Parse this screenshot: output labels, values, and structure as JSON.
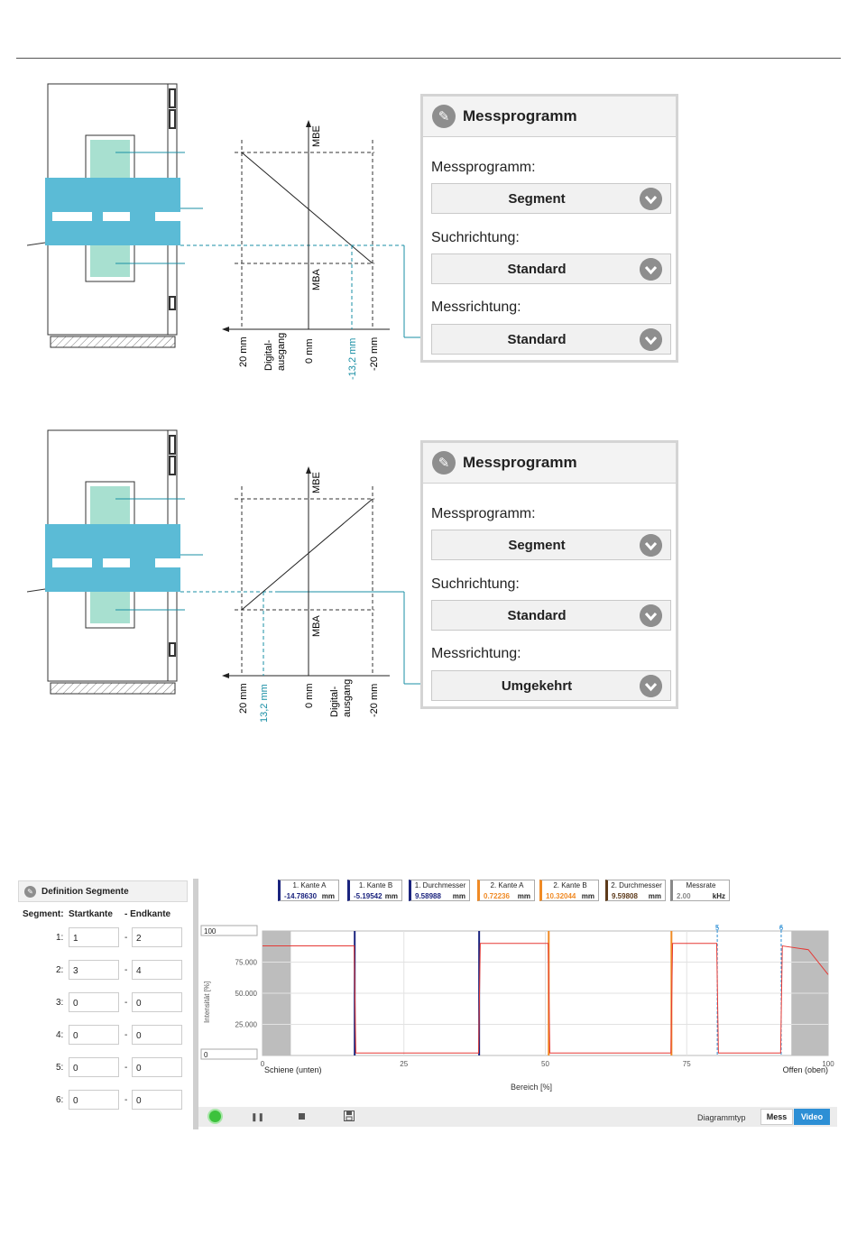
{
  "panels": [
    {
      "title": "Messprogramm",
      "fields": [
        {
          "label": "Messprogramm:",
          "value": "Segment"
        },
        {
          "label": "Suchrichtung:",
          "value": "Standard"
        },
        {
          "label": "Messrichtung:",
          "value": "Standard"
        }
      ]
    },
    {
      "title": "Messprogramm",
      "fields": [
        {
          "label": "Messprogramm:",
          "value": "Segment"
        },
        {
          "label": "Suchrichtung:",
          "value": "Standard"
        },
        {
          "label": "Messrichtung:",
          "value": "Umgekehrt"
        }
      ]
    }
  ],
  "diagram1": {
    "mbe": "MBE",
    "mba": "MBA",
    "ticks": [
      "20 mm",
      "Digital-",
      "ausgang",
      "0 mm",
      "-13,2 mm",
      "-20 mm"
    ]
  },
  "diagram2": {
    "mbe": "MBE",
    "mba": "MBA",
    "ticks": [
      "20 mm",
      "13,2 mm",
      "0 mm",
      "Digital-",
      "ausgang",
      "-20 mm"
    ]
  },
  "segments": {
    "title": "Definition Segmente",
    "col_segment": "Segment:",
    "col_start": "Startkante",
    "col_end": "- Endkante",
    "rows": [
      {
        "n": "1:",
        "start": "1",
        "end": "2"
      },
      {
        "n": "2:",
        "start": "3",
        "end": "4"
      },
      {
        "n": "3:",
        "start": "0",
        "end": "0"
      },
      {
        "n": "4:",
        "start": "0",
        "end": "0"
      },
      {
        "n": "5:",
        "start": "0",
        "end": "0"
      },
      {
        "n": "6:",
        "start": "0",
        "end": "0"
      }
    ]
  },
  "chips": [
    {
      "label": "1. Kante A",
      "value": "-14.78630",
      "unit": "mm",
      "color": "#1a237e"
    },
    {
      "label": "1. Kante B",
      "value": "-5.19542",
      "unit": "mm",
      "color": "#1a237e"
    },
    {
      "label": "1. Durchmesser",
      "value": "9.58988",
      "unit": "mm",
      "color": "#1a237e"
    },
    {
      "label": "2. Kante A",
      "value": "0.72236",
      "unit": "mm",
      "color": "#f08a24"
    },
    {
      "label": "2. Kante B",
      "value": "10.32044",
      "unit": "mm",
      "color": "#f08a24"
    },
    {
      "label": "2. Durchmesser",
      "value": "9.59808",
      "unit": "mm",
      "color": "#5d3a1a"
    },
    {
      "label": "Messrate",
      "value": "2.00",
      "unit": "kHz",
      "color": "#888888"
    }
  ],
  "chart_data": {
    "type": "line",
    "title": "",
    "xlabel": "Bereich [%]",
    "ylabel": "Intensität [%]",
    "xlim": [
      0,
      100
    ],
    "ylim": [
      0,
      100
    ],
    "x_ticks": [
      "0",
      "25",
      "50",
      "75",
      "100"
    ],
    "y_ticks": [
      "25.000",
      "50.000",
      "75.000"
    ],
    "y_inputs": [
      "100",
      "0"
    ],
    "left_label": "Schiene (unten)",
    "right_label": "Offen (oben)",
    "series": [
      {
        "color": "#e53935",
        "x": [
          0,
          16.2,
          16.5,
          38.2,
          38.5,
          50.5,
          50.8,
          72.2,
          72.5,
          80.3,
          80.6,
          91.6,
          91.9,
          96.5,
          100
        ],
        "y": [
          88,
          88,
          2,
          2,
          90,
          90,
          2,
          2,
          90,
          90,
          2,
          2,
          88,
          85,
          65
        ]
      }
    ],
    "edges": [
      {
        "x": 16.3,
        "color": "#1a237e"
      },
      {
        "x": 38.3,
        "color": "#1a237e"
      },
      {
        "x": 50.6,
        "color": "#f08a24"
      },
      {
        "x": 72.3,
        "color": "#f08a24"
      }
    ],
    "markers": [
      {
        "x": 80.4,
        "label": "5"
      },
      {
        "x": 91.7,
        "label": "6"
      }
    ],
    "shaded": [
      [
        0,
        5
      ],
      [
        93.5,
        100
      ]
    ]
  },
  "toolbar": {
    "diagram_label": "Diagrammtyp",
    "btn_mess": "Mess",
    "btn_video": "Video",
    "accent": "#2d8fd5"
  }
}
